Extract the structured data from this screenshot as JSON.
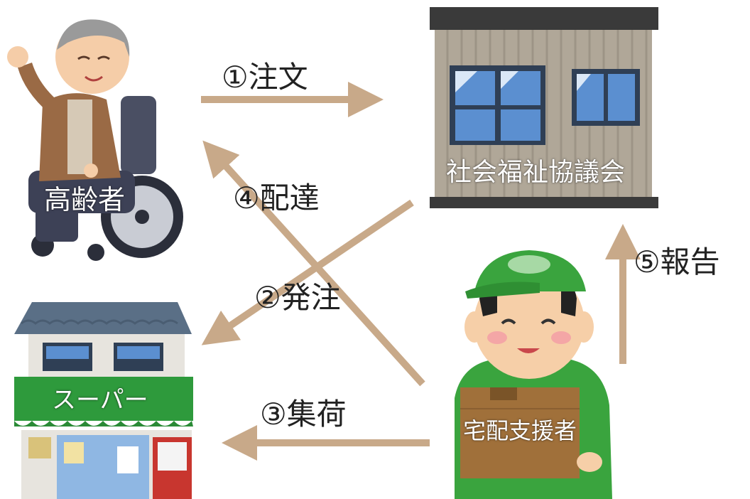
{
  "nodes": {
    "elderly": {
      "label": "高齢者"
    },
    "council": {
      "label": "社会福祉協議会"
    },
    "supermarket": {
      "label": "スーパー"
    },
    "courier": {
      "label": "宅配支援者"
    }
  },
  "steps": {
    "order": "①注文",
    "place_order": "②発注",
    "pickup": "③集荷",
    "delivery": "④配達",
    "report": "⑤報告"
  },
  "colors": {
    "arrow": "#c8a989",
    "building_wall": "#b0a798",
    "building_roof": "#3a3a3a",
    "window_glass": "#5b8fd0",
    "awning_green": "#2e9a3c",
    "courier_green": "#3aa43e",
    "box_brown": "#a0703a",
    "wheelchair": "#4a4f63"
  }
}
